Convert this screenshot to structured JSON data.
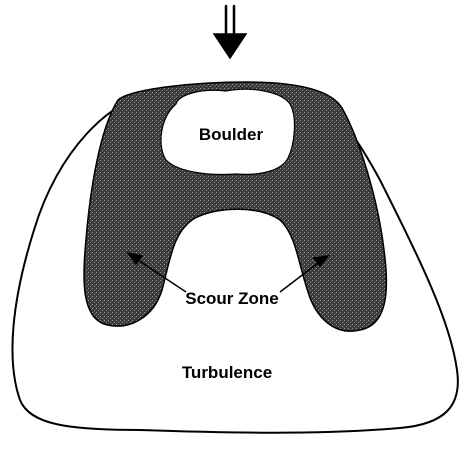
{
  "labels": {
    "boulder": "Boulder",
    "scour_zone": "Scour Zone",
    "turbulence": "Turbulence"
  },
  "colors": {
    "outline": "#000000",
    "scour_fill": "#3a3a3a",
    "background": "#ffffff"
  },
  "icons": {
    "flow_direction": "double-down-arrow-icon"
  }
}
